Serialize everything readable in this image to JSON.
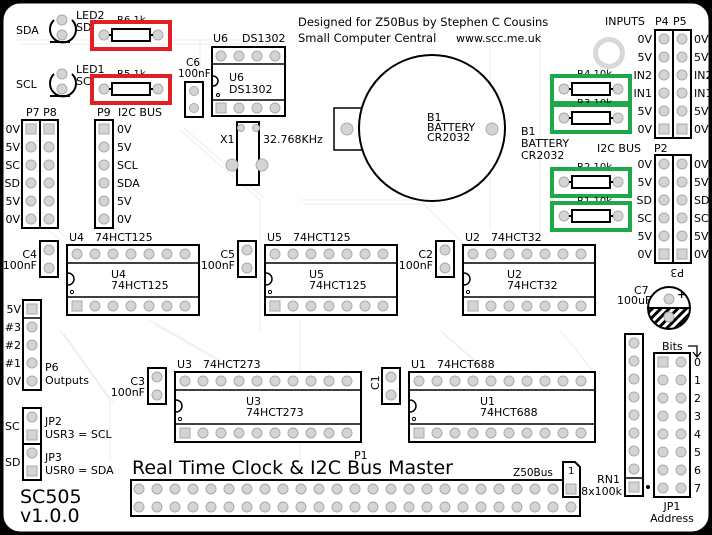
{
  "board": {
    "name": "SC505",
    "version": "v1.0.0",
    "title": "Real Time Clock & I2C Bus Master",
    "credit_line1": "Designed for Z50Bus by Stephen C Cousins",
    "credit_line2": "Small Computer Central",
    "website": "www.scc.me.uk",
    "colors": {
      "highlight_red": "#e31e24",
      "highlight_green": "#1fa84a",
      "pad": "#d4d4d4",
      "silkscreen": "#000000",
      "board": "#ffffff"
    }
  },
  "leds": [
    {
      "ref": "LED2",
      "signal": "SDA",
      "label": "SDA",
      "sublabel": "SD"
    },
    {
      "ref": "LED1",
      "signal": "SCL",
      "label": "SCL",
      "sublabel": "SC"
    }
  ],
  "resistors": [
    {
      "ref": "R6",
      "value": "1k",
      "label": "R6 1k",
      "highlight": "red"
    },
    {
      "ref": "R5",
      "value": "1k",
      "label": "R5 1k",
      "highlight": "red"
    },
    {
      "ref": "R4",
      "value": "10k",
      "label": "R4 10k",
      "highlight": "green"
    },
    {
      "ref": "R3",
      "value": "10k",
      "label": "R3 10k",
      "highlight": "green"
    },
    {
      "ref": "R2",
      "value": "10k",
      "label": "R2 10k",
      "highlight": "green"
    },
    {
      "ref": "R1",
      "value": "10k",
      "label": "R1 10k",
      "highlight": "green"
    }
  ],
  "capacitors": [
    {
      "ref": "C6",
      "value": "100nF"
    },
    {
      "ref": "C4",
      "value": "100nF"
    },
    {
      "ref": "C5",
      "value": "100nF"
    },
    {
      "ref": "C2",
      "value": "100nF"
    },
    {
      "ref": "C3",
      "value": "100nF"
    },
    {
      "ref": "C1",
      "value": ""
    },
    {
      "ref": "C7",
      "value": "100uF"
    }
  ],
  "ics": [
    {
      "ref": "U6",
      "part": "DS1302",
      "pins": 8
    },
    {
      "ref": "U4",
      "part": "74HCT125",
      "pins": 14
    },
    {
      "ref": "U5",
      "part": "74HCT125",
      "pins": 14
    },
    {
      "ref": "U2",
      "part": "74HCT32",
      "pins": 14
    },
    {
      "ref": "U3",
      "part": "74HCT273",
      "pins": 20
    },
    {
      "ref": "U1",
      "part": "74HCT688",
      "pins": 20
    }
  ],
  "crystal": {
    "ref": "X1",
    "value": "32.768KHz"
  },
  "battery": {
    "ref": "B1",
    "type": "BATTERY",
    "model": "CR2032"
  },
  "headers": {
    "p7p8": {
      "ref": "P7 P8",
      "pins": [
        "0V",
        "5V",
        "SC",
        "SD",
        "5V",
        "0V"
      ]
    },
    "p9": {
      "ref": "P9",
      "title": "I2C BUS",
      "pins": [
        "0V",
        "5V",
        "SCL",
        "SDA",
        "5V",
        "0V"
      ]
    },
    "p4p5": {
      "title": "INPUTS",
      "ref_a": "P4",
      "ref_b": "P5",
      "pins": [
        "0V",
        "5V",
        "IN2",
        "IN1",
        "5V",
        "0V"
      ]
    },
    "p2p3": {
      "title": "I2C BUS",
      "ref_a": "P2",
      "ref_b": "P3",
      "pins": [
        "0V",
        "5V",
        "SD",
        "SC",
        "5V",
        "0V"
      ]
    },
    "p6": {
      "ref": "P6",
      "title": "Outputs",
      "pins": [
        "5V",
        "#3",
        "#2",
        "#1",
        "0V"
      ]
    }
  },
  "jumpers": [
    {
      "ref": "JP2",
      "label": "SC",
      "desc": "USR3 = SCL"
    },
    {
      "ref": "JP3",
      "label": "SD",
      "desc": "USR0 = SDA"
    }
  ],
  "address": {
    "ref": "JP1",
    "title": "Address",
    "bits_label": "Bits",
    "bits": [
      "0",
      "1",
      "2",
      "3",
      "4",
      "5",
      "6",
      "7"
    ]
  },
  "resistor_network": {
    "ref": "RN1",
    "value": "8x100k"
  },
  "bus_connector": {
    "ref": "P1",
    "bus": "Z50Bus",
    "pin1": "1"
  }
}
